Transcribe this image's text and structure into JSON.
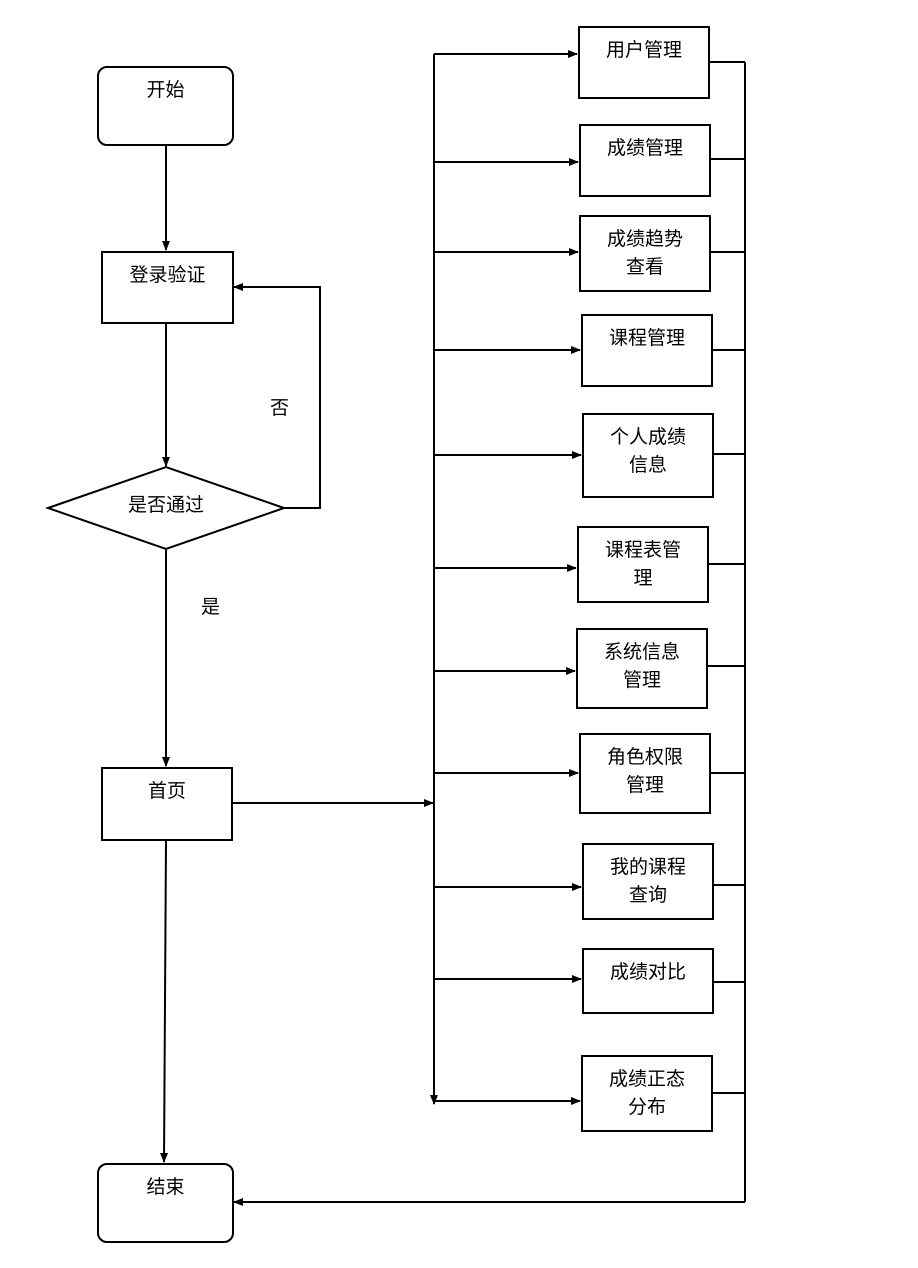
{
  "flow": {
    "start": "开始",
    "login": "登录验证",
    "decision": "是否通过",
    "no_label": "否",
    "yes_label": "是",
    "home": "首页",
    "end": "结束"
  },
  "modules": [
    {
      "lines": [
        "用户管理"
      ]
    },
    {
      "lines": [
        "成绩管理"
      ]
    },
    {
      "lines": [
        "成绩趋势",
        "查看"
      ]
    },
    {
      "lines": [
        "课程管理"
      ]
    },
    {
      "lines": [
        "个人成绩",
        "信息"
      ]
    },
    {
      "lines": [
        "课程表管",
        "理"
      ]
    },
    {
      "lines": [
        "系统信息",
        "管理"
      ]
    },
    {
      "lines": [
        "角色权限",
        "管理"
      ]
    },
    {
      "lines": [
        "我的课程",
        "查询"
      ]
    },
    {
      "lines": [
        "成绩对比"
      ]
    },
    {
      "lines": [
        "成绩正态",
        "分布"
      ]
    }
  ]
}
